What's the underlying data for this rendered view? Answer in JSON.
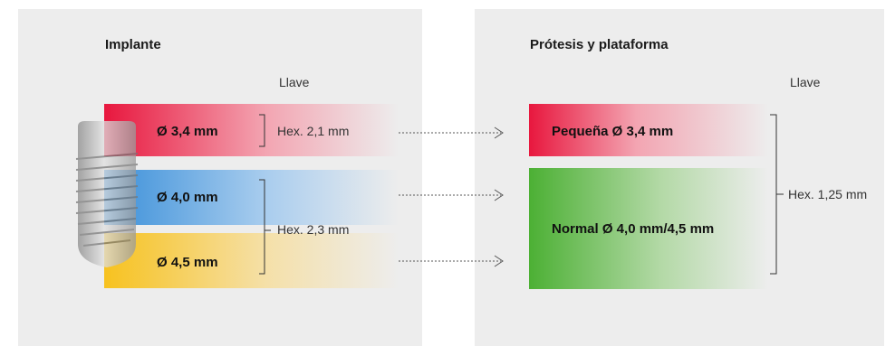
{
  "implant": {
    "title": "Implante",
    "key_header": "Llave",
    "sizes": [
      {
        "label": "Ø 3,4 mm",
        "color": "#e8173e"
      },
      {
        "label": "Ø 4,0 mm",
        "color": "#3a8fd9"
      },
      {
        "label": "Ø 4,5 mm",
        "color": "#f7c21f"
      }
    ],
    "hex_small": "Hex. 2,1 mm",
    "hex_large": "Hex. 2,3 mm"
  },
  "prosthesis": {
    "title": "Prótesis y plataforma",
    "key_header": "Llave",
    "platforms": [
      {
        "label": "Pequeña Ø 3,4 mm",
        "color": "#e8173e"
      },
      {
        "label": "Normal Ø 4,0 mm/4,5 mm",
        "color": "#4cb034"
      }
    ],
    "hex": "Hex. 1,25 mm"
  },
  "colors": {
    "panel": "#ededed",
    "arrow": "#555555"
  }
}
